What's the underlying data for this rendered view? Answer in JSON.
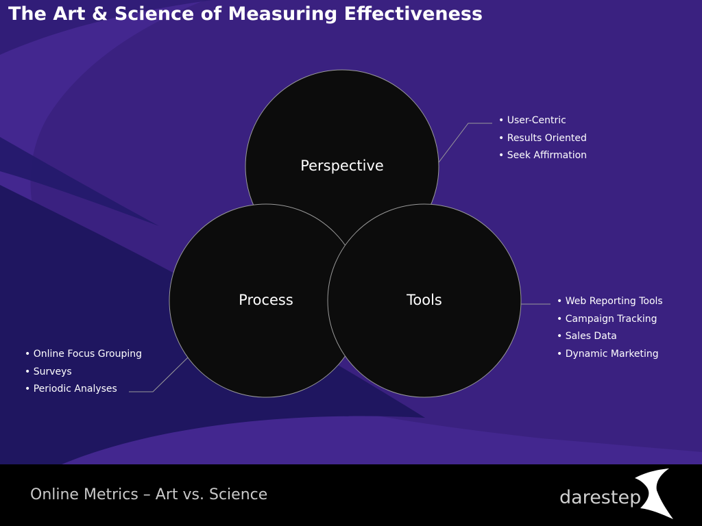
{
  "slide": {
    "title": "The Art & Science of Measuring Effectiveness"
  },
  "diagram": {
    "circles": [
      {
        "label": "Perspective"
      },
      {
        "label": "Process"
      },
      {
        "label": "Tools"
      }
    ],
    "lists": {
      "perspective": [
        "User-Centric",
        "Results Oriented",
        "Seek Affirmation"
      ],
      "tools": [
        "Web Reporting Tools",
        "Campaign Tracking",
        "Sales Data",
        "Dynamic Marketing"
      ],
      "process": [
        "Online Focus Grouping",
        "Surveys",
        "Periodic Analyses"
      ]
    }
  },
  "footer": {
    "text": "Online Metrics – Art vs. Science",
    "logo_text": "darestep"
  },
  "colors": {
    "background": "#3a2180",
    "swoosh_light": "#4a2e9a",
    "swoosh_dark": "#1f1660",
    "circle_fill": "#0c0c0c",
    "circle_stroke": "#9a9a9a",
    "footer_bg": "#000000",
    "text": "#ffffff"
  }
}
